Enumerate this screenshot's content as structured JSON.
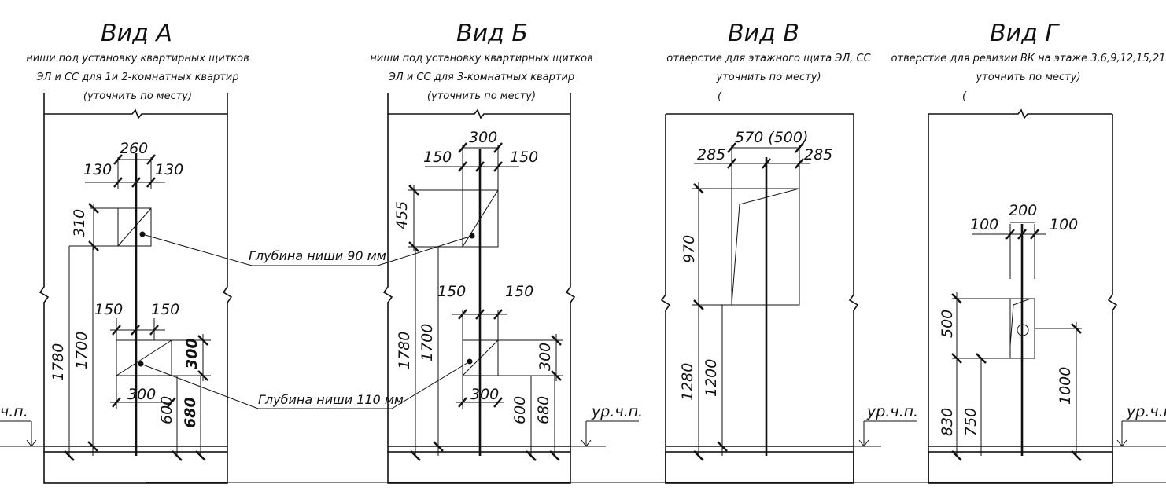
{
  "views": [
    {
      "title": "Вид А",
      "caption": [
        "ниши под установку квартирных щитков",
        "ЭЛ и СС для 1и 2-комнатных квартир",
        "(уточнить по месту)"
      ],
      "dims": {
        "top_total": "260",
        "top_left": "130",
        "top_right": "130",
        "niche1_height": "310",
        "niche2_left": "150",
        "niche2_right": "150",
        "niche2_height": "300",
        "niche2_width": "300",
        "h1": "1780",
        "h2": "1700",
        "h3": "600",
        "h4": "680"
      },
      "floor_label": "ур.ч.п."
    },
    {
      "title": "Вид Б",
      "caption": [
        "ниши под установку квартирных щитков",
        "ЭЛ и СС для 3-комнатных квартир",
        "(уточнить по месту)"
      ],
      "dims": {
        "top_total": "300",
        "top_left": "150",
        "top_right": "150",
        "niche1_height": "455",
        "niche2_left": "150",
        "niche2_right": "150",
        "niche2_height": "300",
        "niche2_width": "300",
        "h1": "1780",
        "h2": "1700",
        "h3": "600",
        "h4": "680"
      },
      "floor_label": "ур.ч.п."
    },
    {
      "title": "Вид В",
      "caption": [
        "отверстие для этажного щита ЭЛ, СС",
        "уточнить по месту)",
        "("
      ],
      "dims": {
        "top_total": "570 (500)",
        "top_left": "285",
        "top_right": "285",
        "height": "970",
        "h1": "1280",
        "h2": "1200"
      },
      "floor_label": "ур.ч.п."
    },
    {
      "title": "Вид Г",
      "caption": [
        "отверстие для ревизии ВК на этаже 3,6,9,12,15,21",
        "уточнить по месту)",
        "("
      ],
      "dims": {
        "top_total": "200",
        "top_left": "100",
        "top_right": "100",
        "height": "500",
        "h1": "830",
        "h2": "750",
        "h3": "1000"
      },
      "floor_label": "ур.ч.п."
    }
  ],
  "callouts": {
    "depth_90": "Глубина ниши 90 мм",
    "depth_110": "Глубина ниши 110 мм"
  },
  "left_cut_label": "ч.п."
}
